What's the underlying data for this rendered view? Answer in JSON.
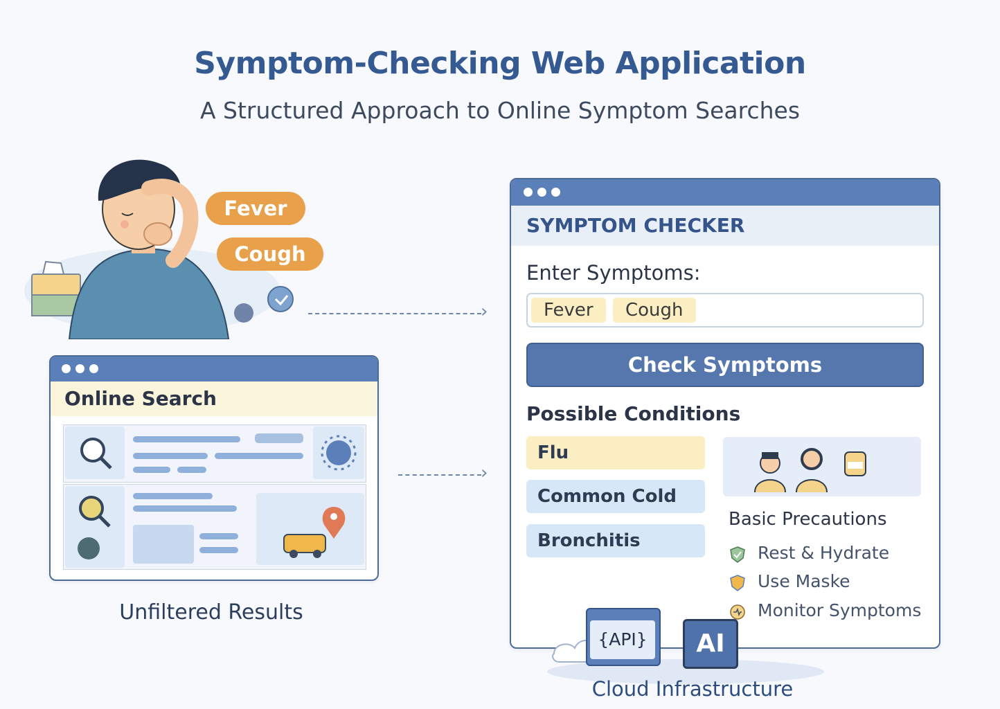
{
  "title": "Symptom-Checking Web Application",
  "subtitle": "A Structured Approach to Online Symptom Searches",
  "user_bubbles": [
    "Fever",
    "Cough"
  ],
  "online_search": {
    "header": "Online Search",
    "caption": "Unfiltered Results"
  },
  "symptom_checker": {
    "title": "SYMPTOM CHECKER",
    "enter_label": "Enter Symptoms:",
    "tags": [
      "Fever",
      "Cough"
    ],
    "button": "Check Symptoms",
    "conditions_label": "Possible Conditions",
    "conditions": [
      "Flu",
      "Common Cold",
      "Bronchitis"
    ],
    "precautions_label": "Basic Precautions",
    "precautions": [
      "Rest & Hydrate",
      "Use Maske",
      "Monitor Symptoms"
    ]
  },
  "infrastructure": {
    "api_label": "{API}",
    "ai_label": "AI",
    "caption": "Cloud Infrastructure"
  },
  "colors": {
    "title": "#355a92",
    "bubble": "#e8a04a",
    "window_bar": "#5b7fb8",
    "button": "#5677ad",
    "flu": "#fbeec2",
    "cold": "#d6e8f8"
  }
}
